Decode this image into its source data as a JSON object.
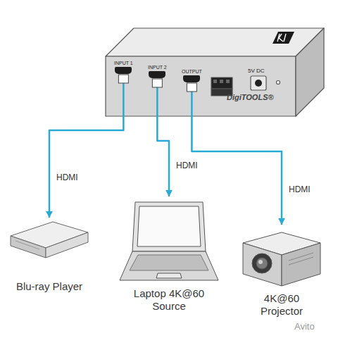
{
  "diagram": {
    "nodes": [
      {
        "text": [
          "DigiTOOLS®"
        ]
      },
      {
        "text": [
          "INPUT 1"
        ],
        "in": 0
      },
      {
        "text": [
          "INPUT 2"
        ],
        "in": 0
      },
      {
        "text": [
          "OUTPUT"
        ],
        "in": 0
      },
      {
        "text": [
          "Blu-ray Player"
        ]
      },
      {
        "text": [
          "Laptop 4K@60 Source"
        ]
      },
      {
        "text": [
          "4K@60 Projector"
        ]
      }
    ],
    "edges": [
      {
        "from": 1,
        "to": 4,
        "arrow": "to",
        "label": "HDMI"
      },
      {
        "from": 2,
        "to": 5,
        "arrow": "to",
        "label": "HDMI"
      },
      {
        "from": 3,
        "to": 6,
        "arrow": "to",
        "label": "HDMI"
      }
    ],
    "labels": [
      "5V DC",
      "Avito"
    ]
  }
}
